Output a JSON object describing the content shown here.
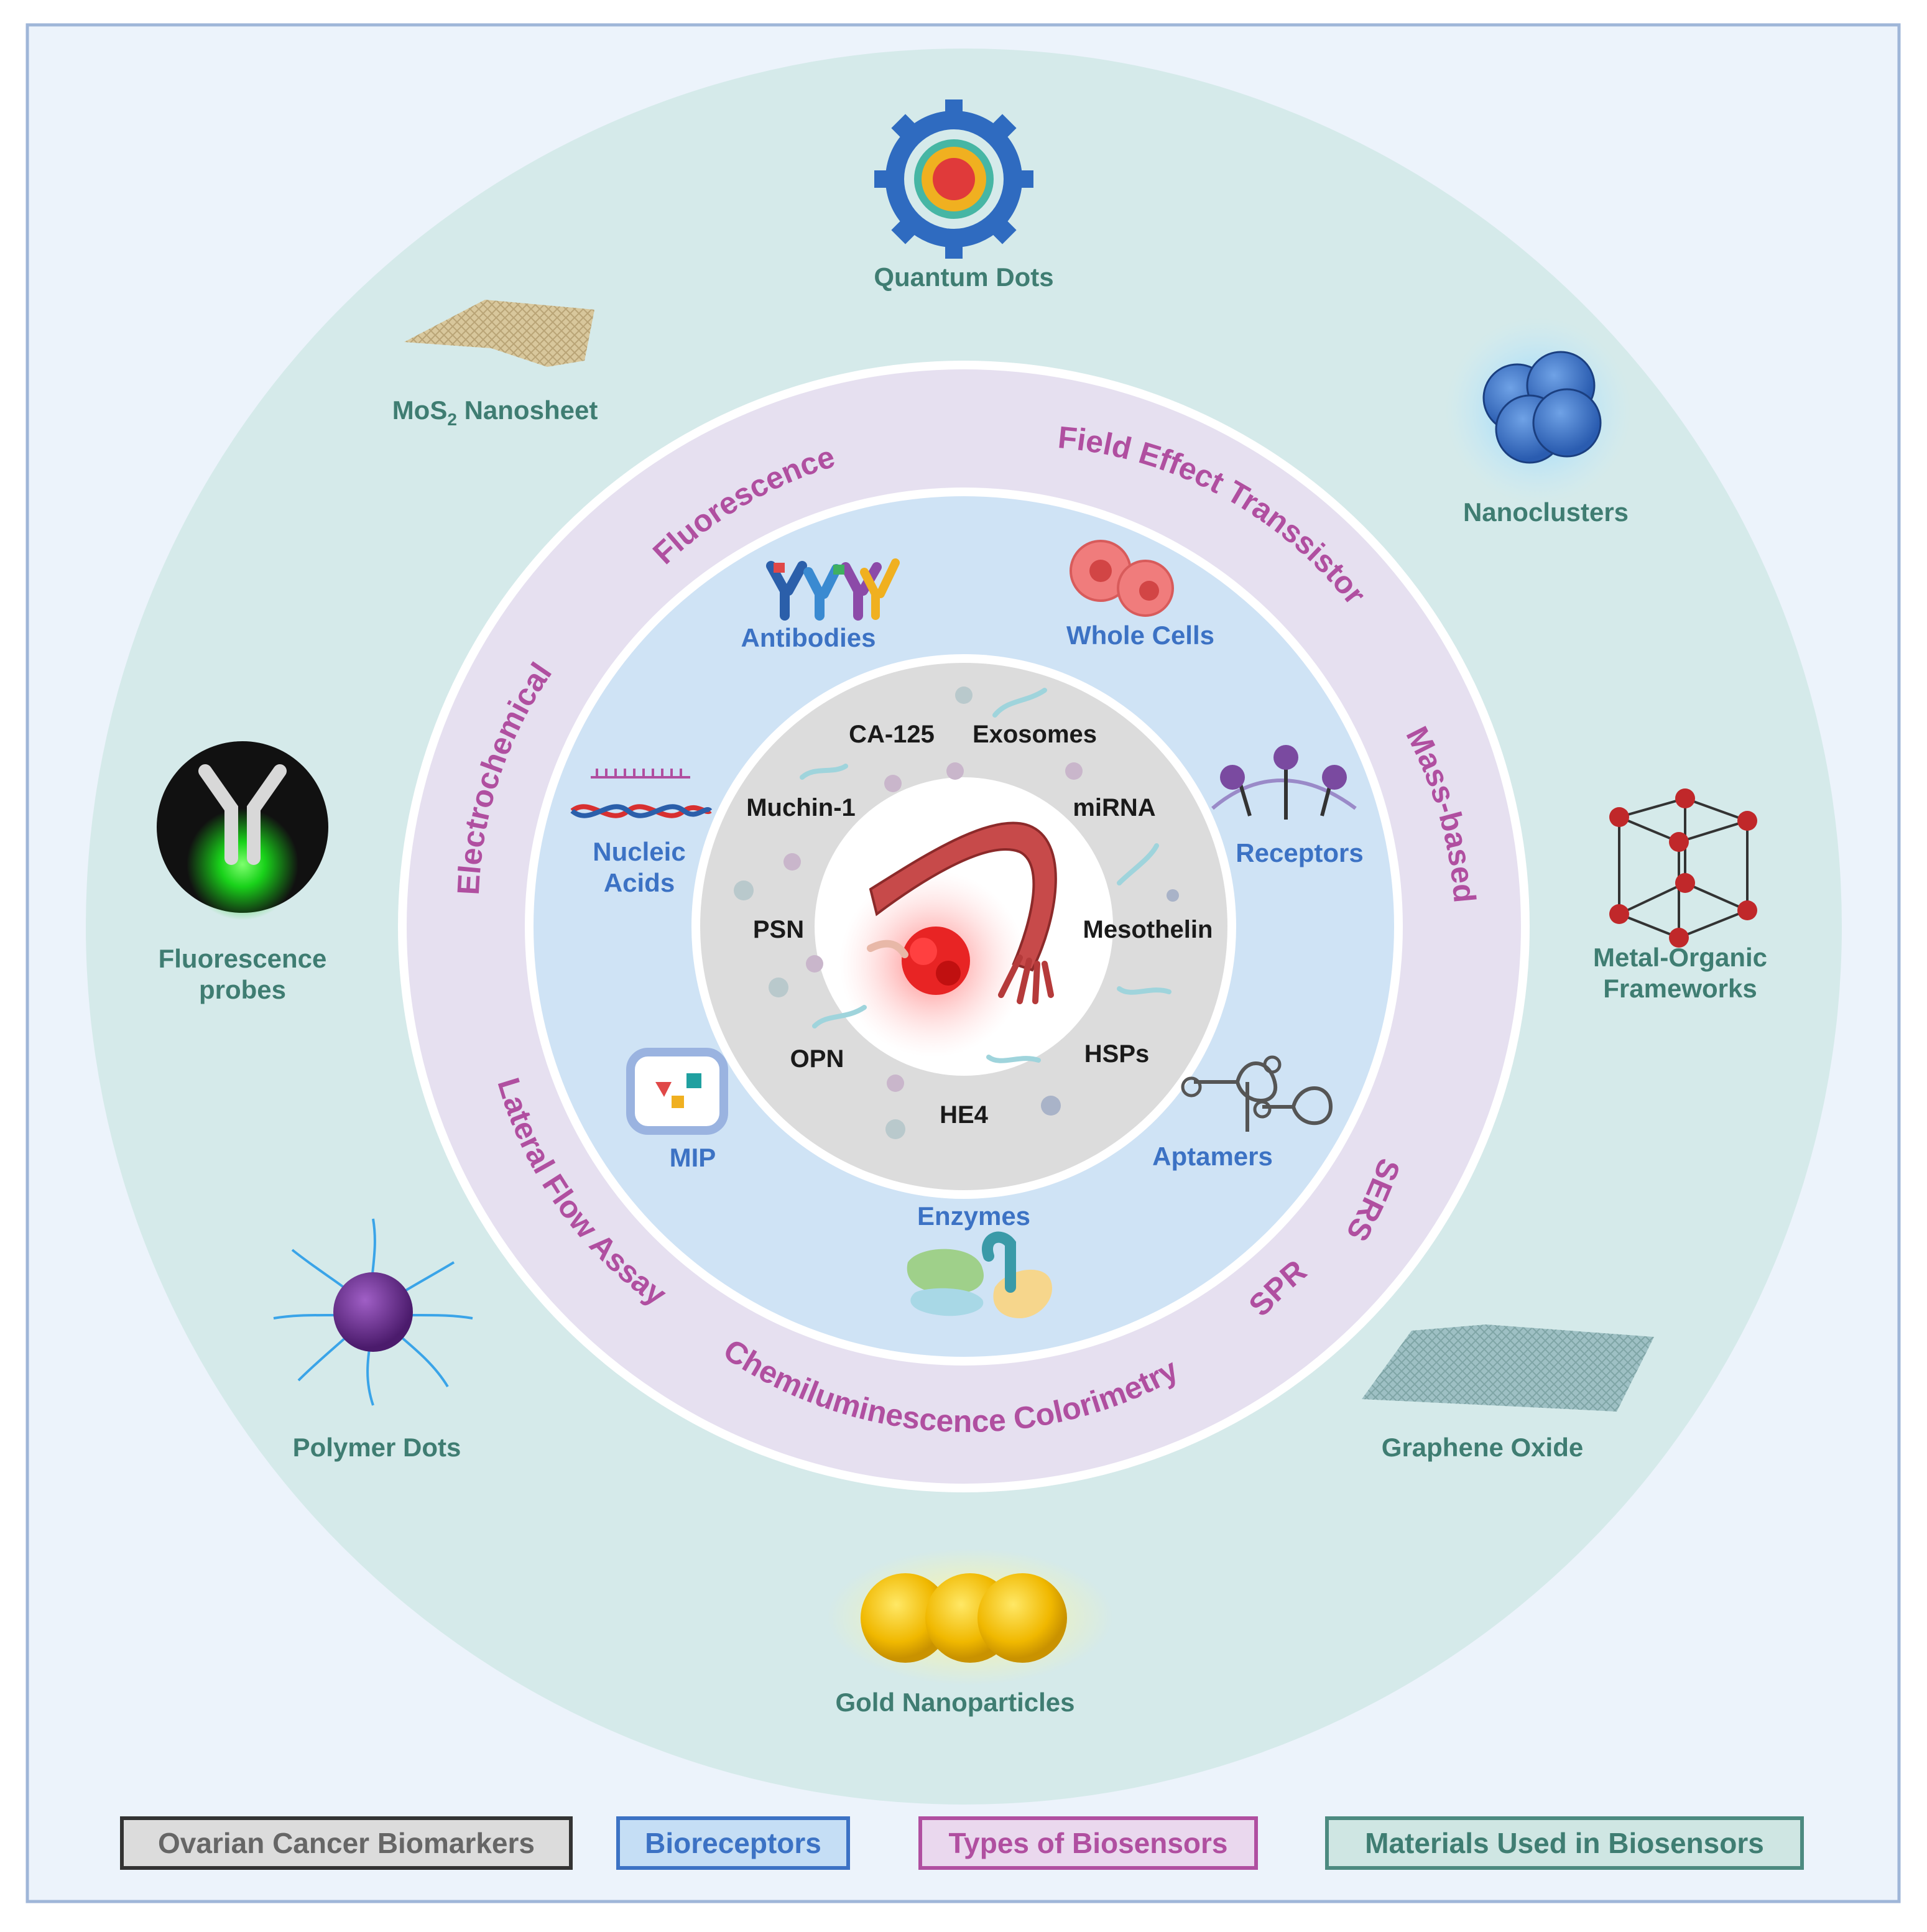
{
  "materials": {
    "quantum_dots": "Quantum Dots",
    "mos2_prefix": "MoS",
    "mos2_sub": "2",
    "mos2_suffix": " Nanosheet",
    "nanoclusters": "Nanoclusters",
    "fluorescence_probes": [
      "Fluorescence",
      "probes"
    ],
    "mof": [
      "Metal-Organic",
      "Frameworks"
    ],
    "polymer_dots": "Polymer Dots",
    "graphene_oxide": "Graphene Oxide",
    "gold_nanoparticles": "Gold Nanoparticles"
  },
  "biosensor_types": {
    "fluorescence": "Fluorescence",
    "fet": "Field Effect Transsistor",
    "electrochemical": "Electrochemical",
    "mass_based": "Mass-based",
    "lfa": "Lateral Flow Assay",
    "sers": "SERS",
    "spr": "SPR",
    "chem_color": "Chemiluminescence Colorimetry"
  },
  "bioreceptors": {
    "antibodies": "Antibodies",
    "whole_cells": "Whole Cells",
    "nucleic_acids": [
      "Nucleic",
      "Acids"
    ],
    "receptors": "Receptors",
    "mip": "MIP",
    "aptamers": "Aptamers",
    "enzymes": "Enzymes"
  },
  "biomarkers": {
    "ca125": "CA-125",
    "exosomes": "Exosomes",
    "muchin1": "Muchin-1",
    "mirna": "miRNA",
    "psn": "PSN",
    "mesothelin": "Mesothelin",
    "opn": "OPN",
    "hsps": "HSPs",
    "he4": "HE4"
  },
  "legend": [
    {
      "label": "Ovarian Cancer Biomarkers",
      "color": "#333333",
      "text_color": "#666666",
      "fill": "#dcdcdc"
    },
    {
      "label": "Bioreceptors",
      "color": "#3c72c4",
      "text_color": "#3c72c4",
      "fill": "#c5def5"
    },
    {
      "label": "Types of Biosensors",
      "color": "#b04fa0",
      "text_color": "#b04fa0",
      "fill": "#ead8ee"
    },
    {
      "label": "Materials Used in Biosensors",
      "color": "#4c8a80",
      "text_color": "#3f7d72",
      "fill": "#cfe6e3"
    }
  ],
  "colors": {
    "materials_ring": "#d5eaea",
    "sensor_ring": "#e6e0f0",
    "receptor_ring": "#cfe3f5",
    "marker_disc": "#dcdcdc",
    "background": "#ecf3fb"
  }
}
